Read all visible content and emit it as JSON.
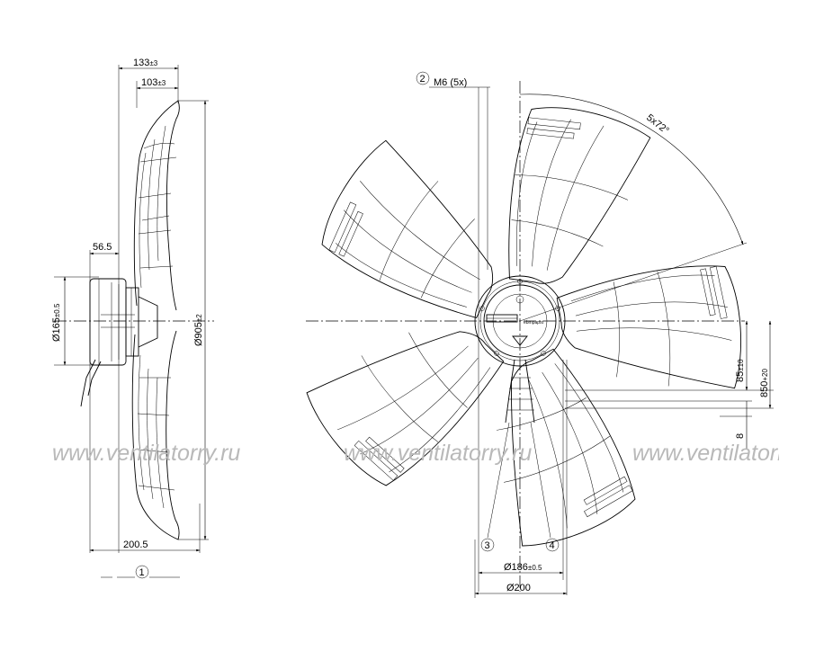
{
  "watermark": "www.ventilatorry.ru",
  "side_view": {
    "dims": {
      "d133": "133",
      "d133_tol": "±3",
      "d103": "103",
      "d103_tol": "±3",
      "d56": "56.5",
      "d165": "Ø165",
      "d165_tol": "±0.5",
      "d905": "Ø905",
      "d905_tol": "±2",
      "d200": "200.5"
    },
    "callout_1": "1"
  },
  "front_view": {
    "callout_2": "2",
    "m6": "M6 (5x)",
    "angle": "5x72°",
    "d85": "85",
    "d85_tol": "±10",
    "d850": "850",
    "d850_tol": "+20",
    "d8": "8",
    "callout_3": "3",
    "callout_4": "4",
    "d186": "Ø186",
    "d186_tol": "±0.5",
    "d200": "Ø200",
    "hub_brand": "ebmpapst"
  }
}
